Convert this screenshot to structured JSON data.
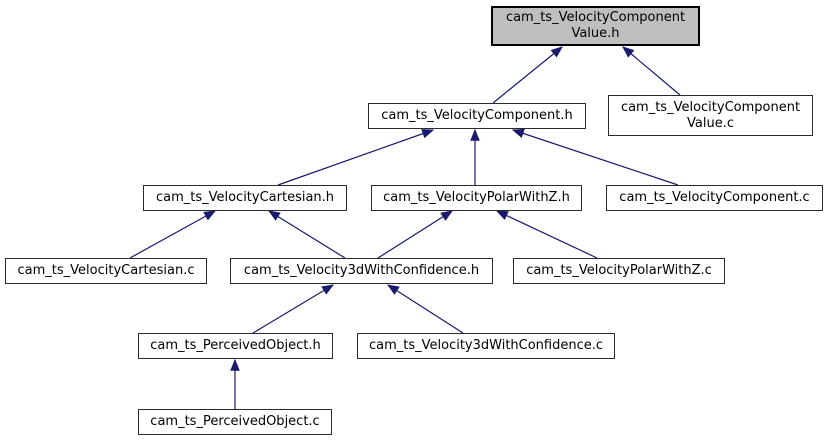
{
  "colors": {
    "edge": "#191970",
    "node_fill": "#ffffff",
    "node_border": "#2b2b2b",
    "current_fill": "#bfbfbf",
    "current_border": "#000000",
    "text": "#000000",
    "background": "#ffffff"
  },
  "diagram": {
    "type": "include-dependency-graph",
    "nodes": [
      {
        "id": "cam_ts_VelocityComponentValue_h",
        "label": "cam_ts_VelocityComponent\nValue.h",
        "current": true
      },
      {
        "id": "cam_ts_VelocityComponent_h",
        "label": "cam_ts_VelocityComponent.h",
        "current": false
      },
      {
        "id": "cam_ts_VelocityComponentValue_c",
        "label": "cam_ts_VelocityComponent\nValue.c",
        "current": false
      },
      {
        "id": "cam_ts_VelocityCartesian_h",
        "label": "cam_ts_VelocityCartesian.h",
        "current": false
      },
      {
        "id": "cam_ts_VelocityPolarWithZ_h",
        "label": "cam_ts_VelocityPolarWithZ.h",
        "current": false
      },
      {
        "id": "cam_ts_VelocityComponent_c",
        "label": "cam_ts_VelocityComponent.c",
        "current": false
      },
      {
        "id": "cam_ts_VelocityCartesian_c",
        "label": "cam_ts_VelocityCartesian.c",
        "current": false
      },
      {
        "id": "cam_ts_Velocity3dWithConfidence_h",
        "label": "cam_ts_Velocity3dWithConfidence.h",
        "current": false
      },
      {
        "id": "cam_ts_VelocityPolarWithZ_c",
        "label": "cam_ts_VelocityPolarWithZ.c",
        "current": false
      },
      {
        "id": "cam_ts_PerceivedObject_h",
        "label": "cam_ts_PerceivedObject.h",
        "current": false
      },
      {
        "id": "cam_ts_Velocity3dWithConfidence_c",
        "label": "cam_ts_Velocity3dWithConfidence.c",
        "current": false
      },
      {
        "id": "cam_ts_PerceivedObject_c",
        "label": "cam_ts_PerceivedObject.c",
        "current": false
      }
    ],
    "edges": [
      {
        "from": "cam_ts_VelocityComponent_h",
        "to": "cam_ts_VelocityComponentValue_h"
      },
      {
        "from": "cam_ts_VelocityComponentValue_c",
        "to": "cam_ts_VelocityComponentValue_h"
      },
      {
        "from": "cam_ts_VelocityCartesian_h",
        "to": "cam_ts_VelocityComponent_h"
      },
      {
        "from": "cam_ts_VelocityPolarWithZ_h",
        "to": "cam_ts_VelocityComponent_h"
      },
      {
        "from": "cam_ts_VelocityComponent_c",
        "to": "cam_ts_VelocityComponent_h"
      },
      {
        "from": "cam_ts_VelocityCartesian_c",
        "to": "cam_ts_VelocityCartesian_h"
      },
      {
        "from": "cam_ts_Velocity3dWithConfidence_h",
        "to": "cam_ts_VelocityCartesian_h"
      },
      {
        "from": "cam_ts_Velocity3dWithConfidence_h",
        "to": "cam_ts_VelocityPolarWithZ_h"
      },
      {
        "from": "cam_ts_VelocityPolarWithZ_c",
        "to": "cam_ts_VelocityPolarWithZ_h"
      },
      {
        "from": "cam_ts_PerceivedObject_h",
        "to": "cam_ts_Velocity3dWithConfidence_h"
      },
      {
        "from": "cam_ts_Velocity3dWithConfidence_c",
        "to": "cam_ts_Velocity3dWithConfidence_h"
      },
      {
        "from": "cam_ts_PerceivedObject_c",
        "to": "cam_ts_PerceivedObject_h"
      }
    ]
  }
}
